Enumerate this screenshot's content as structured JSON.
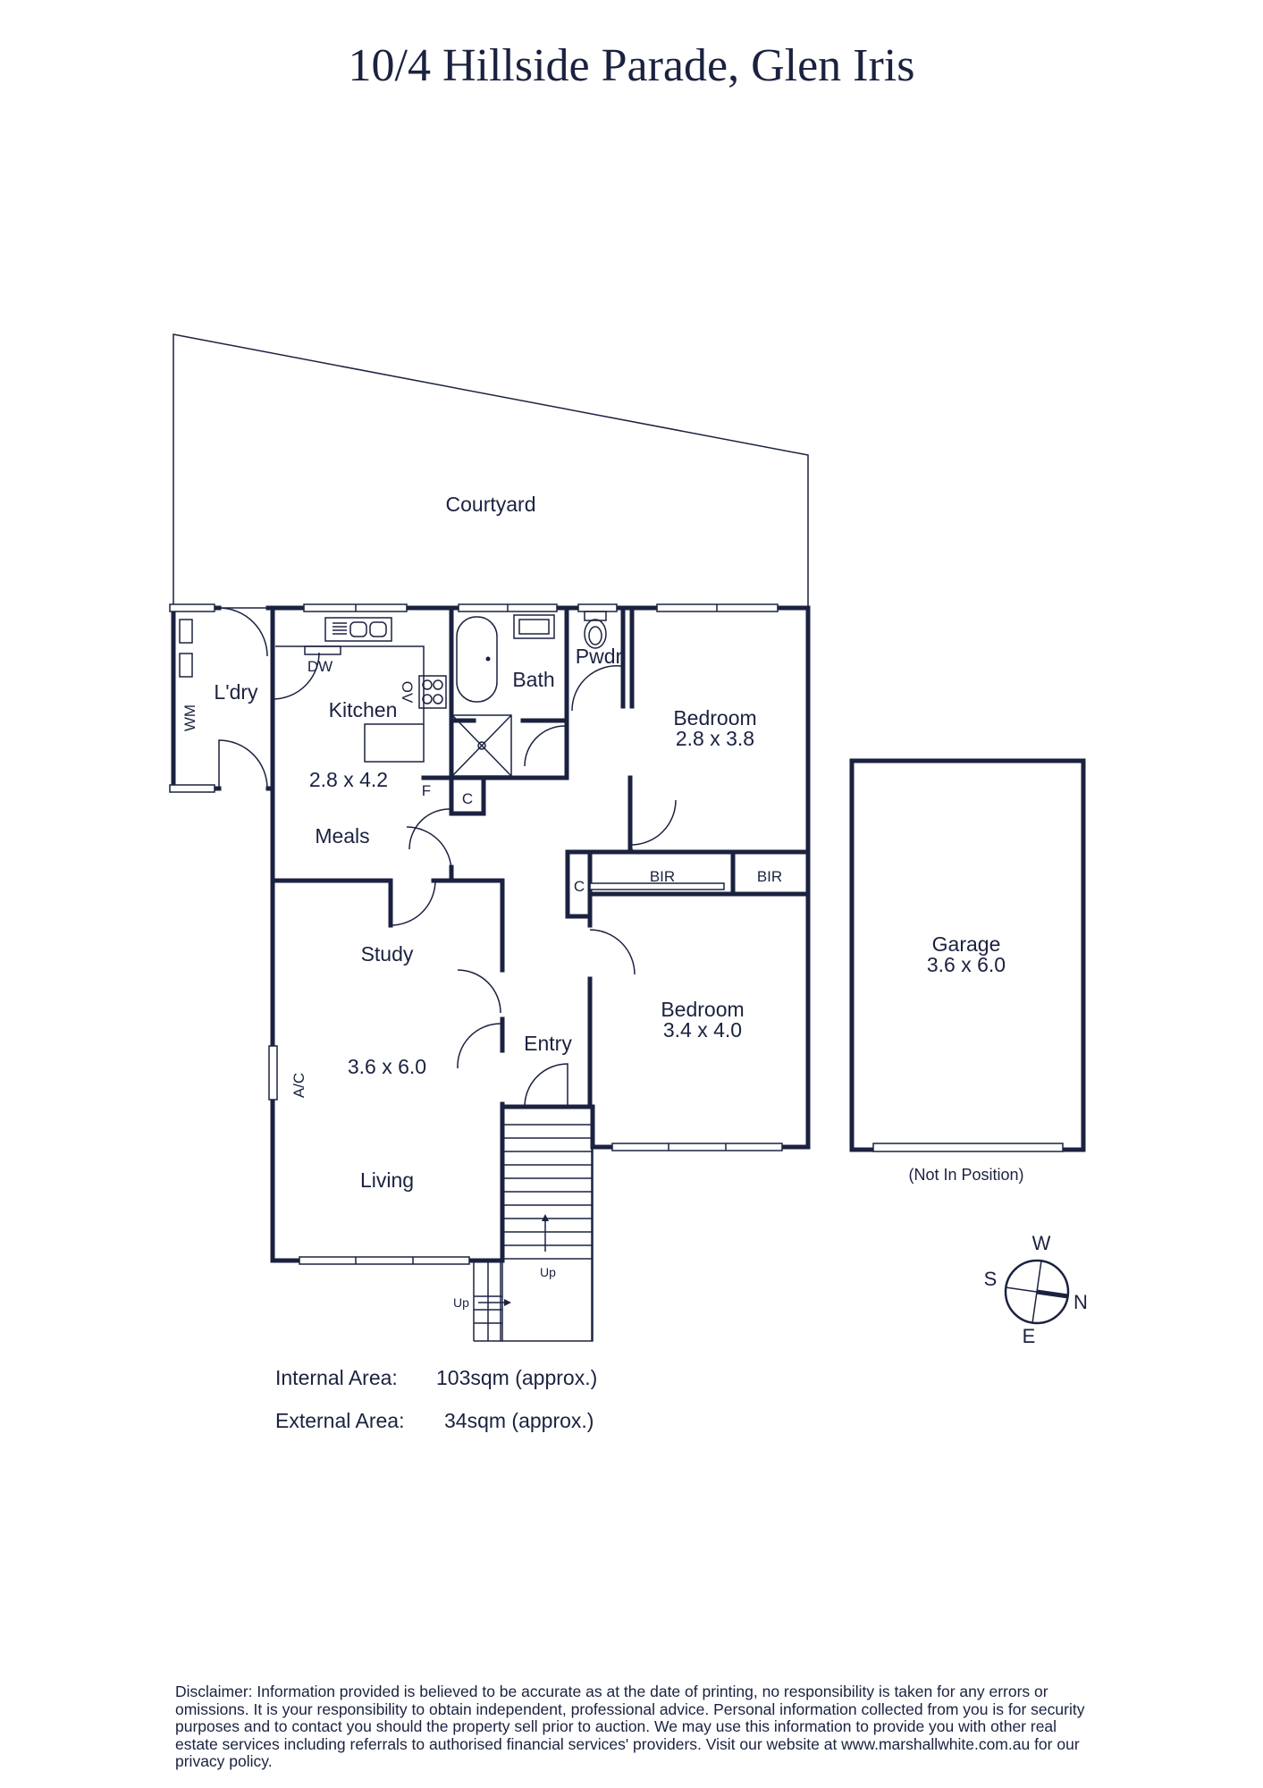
{
  "title": "10/4 Hillside Parade, Glen Iris",
  "rooms": {
    "courtyard": "Courtyard",
    "laundry": "L'dry",
    "wm": "WM",
    "kitchen": "Kitchen",
    "dw": "DW",
    "ov": "OV",
    "kitchen_meals_size": "2.8 x 4.2",
    "fridge": "F",
    "meals": "Meals",
    "bath": "Bath",
    "pwdr": "Pwdr",
    "cupboard_bath": "C",
    "cupboard_hall": "C",
    "bedroom1": "Bedroom",
    "bedroom1_size": "2.8 x 3.8",
    "bir1": "BIR",
    "bir2": "BIR",
    "bedroom2": "Bedroom",
    "bedroom2_size": "3.4 x 4.0",
    "study": "Study",
    "living_size": "3.6 x 6.0",
    "ac": "A/C",
    "living": "Living",
    "entry": "Entry",
    "up1": "Up",
    "up2": "Up",
    "garage": "Garage",
    "garage_size": "3.6 x 6.0",
    "garage_note": "(Not In Position)"
  },
  "compass": {
    "w": "W",
    "s": "S",
    "n": "N",
    "e": "E"
  },
  "areas": {
    "internal_label": "Internal Area:",
    "internal_value": "103sqm (approx.)",
    "external_label": "External Area:",
    "external_value": "34sqm (approx.)"
  },
  "disclaimer": "Disclaimer: Information provided is believed to be accurate as at the date of printing, no responsibility is taken for any errors or omissions. It is your responsibility to obtain independent, professional advice. Personal information collected from you is for security purposes and to contact you should the property sell prior to auction. We may use this information to provide you with other real estate services including referrals to authorised financial services' providers. Visit our website at www.marshallwhite.com.au for our privacy policy.",
  "colors": {
    "ink": "#1b2240",
    "background": "#ffffff"
  }
}
